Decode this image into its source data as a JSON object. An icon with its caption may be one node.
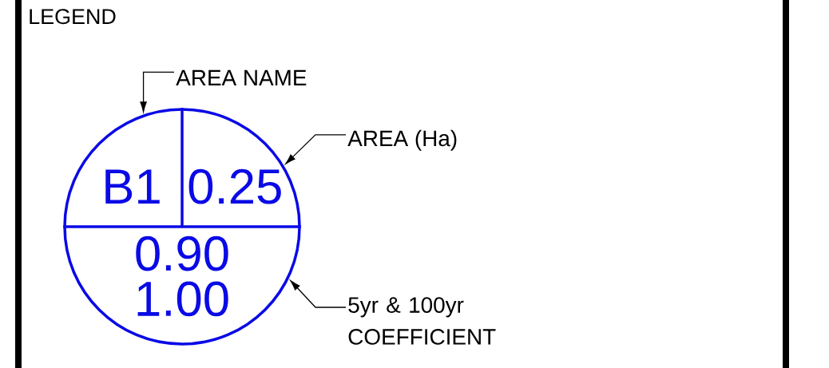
{
  "diagram": {
    "nodes": [
      {
        "text": [
          "B1",
          "0.25",
          "0.90 1.00"
        ]
      },
      {
        "text": [
          "AREA NAME"
        ]
      },
      {
        "text": [
          "AREA (Ha)"
        ]
      },
      {
        "text": [
          "5yr & 100yr COEFFICIENT"
        ]
      }
    ],
    "edges": [
      {
        "from": 1,
        "to": 0,
        "arrow": "to"
      },
      {
        "from": 2,
        "to": 0,
        "arrow": "to"
      },
      {
        "from": 3,
        "to": 0,
        "arrow": "to"
      }
    ],
    "labels": [
      "LEGEND"
    ]
  }
}
